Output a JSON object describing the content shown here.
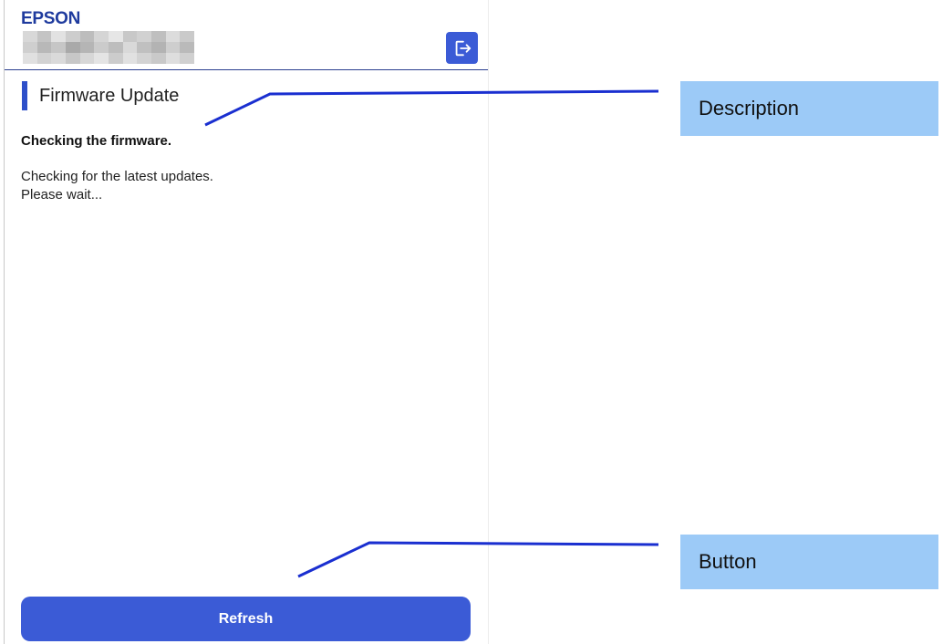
{
  "header": {
    "brand": "EPSON",
    "logout_icon": "logout-icon"
  },
  "main": {
    "title": "Firmware Update",
    "status_heading": "Checking the firmware.",
    "status_line1": "Checking for the latest updates.",
    "status_line2": "Please wait...",
    "refresh_label": "Refresh"
  },
  "annotations": {
    "description_label": "Description",
    "button_label": "Button"
  },
  "colors": {
    "brand": "#1f3b9e",
    "accent": "#3b5bd6",
    "callout_bg": "#9ccaf7",
    "leader_line": "#1a2fd0"
  }
}
